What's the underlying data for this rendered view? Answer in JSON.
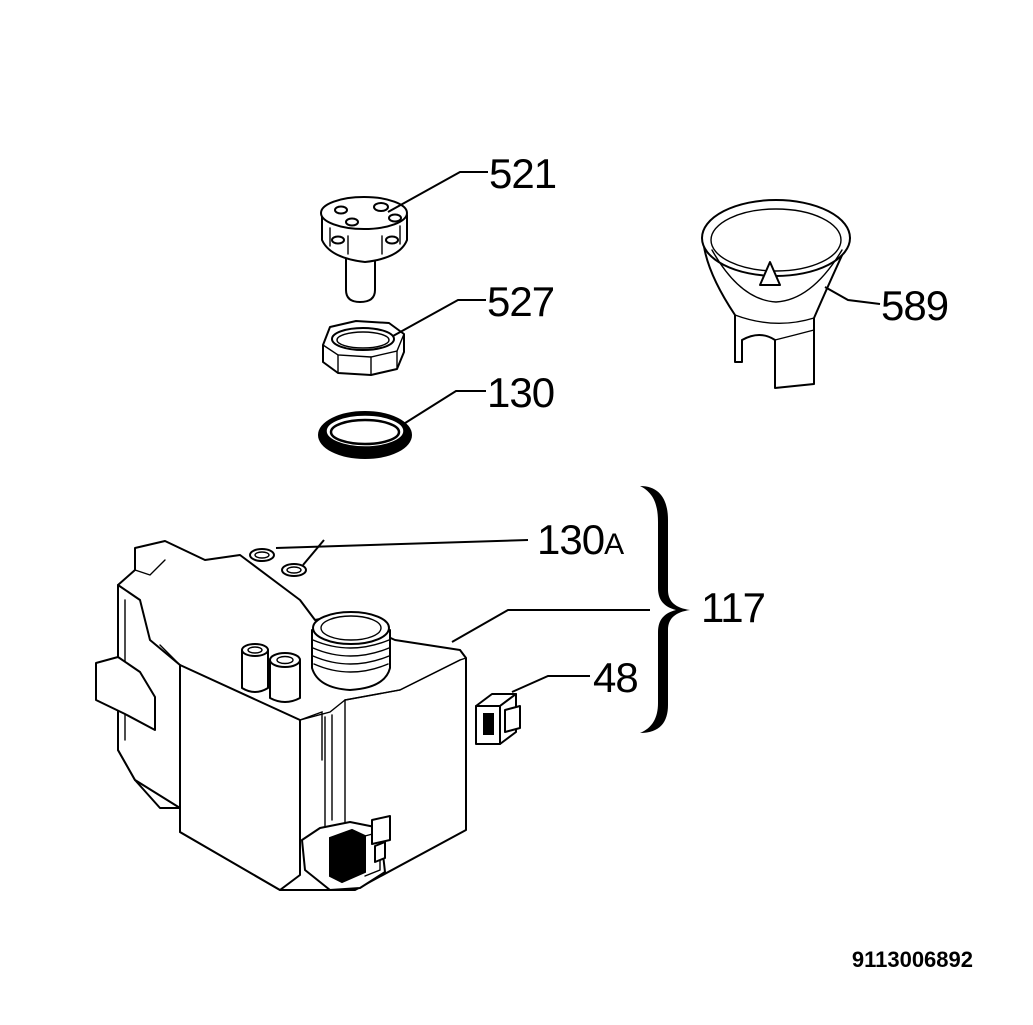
{
  "callouts": {
    "part_521": "521",
    "part_527": "527",
    "part_130": "130",
    "part_589": "589",
    "part_130a_number": "130",
    "part_130a_suffix": "A",
    "part_117": "117",
    "part_48": "48"
  },
  "drawing_number": "9113006892",
  "colors": {
    "line": "#000000",
    "background": "#ffffff"
  }
}
